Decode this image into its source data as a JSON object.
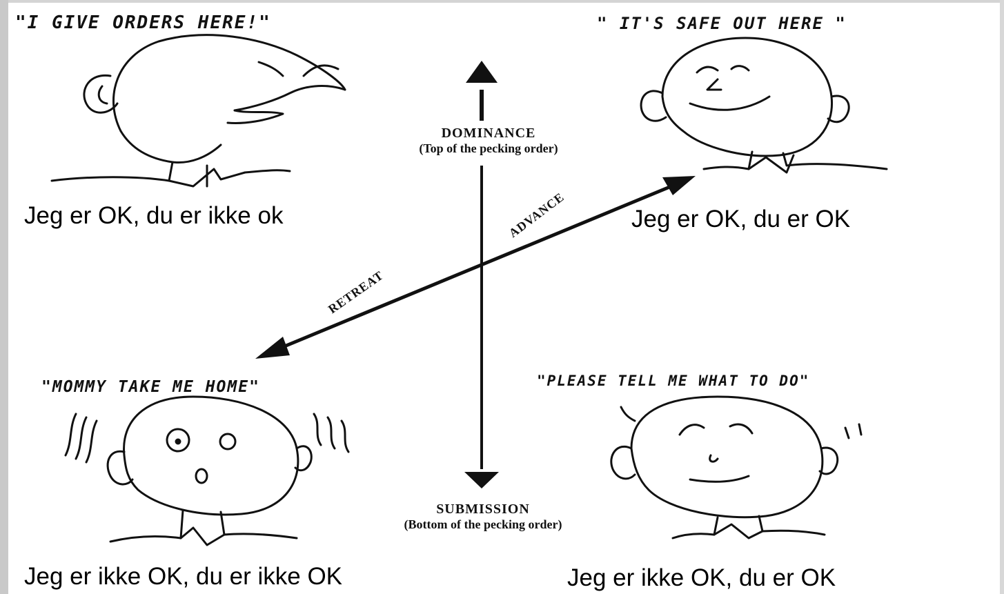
{
  "quadrants": {
    "top_left": {
      "quote": "\"I GIVE ORDERS HERE!\"",
      "caption": "Jeg er OK, du er ikke ok"
    },
    "top_right": {
      "quote": "\" IT'S SAFE OUT HERE \"",
      "caption": "Jeg er OK, du er OK"
    },
    "bottom_left": {
      "quote": "\"MOMMY TAKE ME HOME\"",
      "caption": "Jeg er ikke OK, du er ikke OK"
    },
    "bottom_right": {
      "quote": "\"PLEASE TELL ME WHAT TO DO\"",
      "caption": "Jeg er ikke OK, du er OK"
    }
  },
  "axes": {
    "top_title": "DOMINANCE",
    "top_subtitle": "(Top of the pecking order)",
    "bottom_title": "SUBMISSION",
    "bottom_subtitle": "(Bottom of the pecking order)",
    "advance": "ADVANCE",
    "retreat": "RETREAT"
  },
  "colors": {
    "ink": "#111111",
    "background": "#ffffff",
    "frame": "#c9c9c9"
  }
}
